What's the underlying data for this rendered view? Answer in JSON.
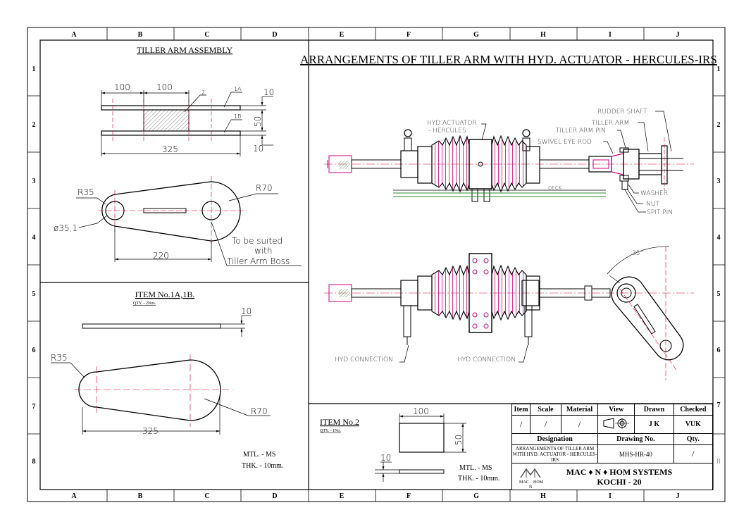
{
  "grid": {
    "columns": [
      "A",
      "B",
      "C",
      "D",
      "E",
      "F",
      "G",
      "H",
      "I",
      "J"
    ],
    "rows": [
      "1",
      "2",
      "3",
      "4",
      "5",
      "6",
      "7",
      "8"
    ]
  },
  "tiller_assembly": {
    "title": "TILLER ARM ASSEMBLY",
    "dims": {
      "spacing_left": "100",
      "spacing_right": "100",
      "length": "325",
      "plate_thk_top": "10",
      "plate_thk_bottom": "10",
      "height": "50",
      "r_small": "R35",
      "r_large": "R70",
      "bore": "ø35,1",
      "centers": "220"
    },
    "leaders": {
      "part_2": "2",
      "part_1a": "1A",
      "part_1b": "1B"
    },
    "note_lines": [
      "To be suited",
      "with",
      "Tiller Arm Boss"
    ]
  },
  "item_1": {
    "title": "ITEM No.1A,1B.",
    "qty": "QTY. - 2Nos.",
    "dims": {
      "thk": "10",
      "r_small": "R35",
      "r_large": "R70",
      "length": "325"
    },
    "mtl": "MTL. - MS",
    "thk_note": "THK. - 10mm."
  },
  "item_2": {
    "title": "ITEM No.2",
    "qty": "QTY. - 1No.",
    "dims": {
      "width": "100",
      "height": "50",
      "thk": "10"
    },
    "mtl": "MTL. - MS",
    "thk_note": "THK. - 10mm."
  },
  "main_view": {
    "title": "ARRANGEMENTS OF TILLER ARM WITH HYD. ACTUATOR - HERCULES-IRS",
    "labels": {
      "actuator_1": "HYD.ACTUATOR",
      "actuator_2": "- HERCULES",
      "rudder_shaft": "RUDDER SHAFT",
      "tiller_arm": "TILLER ARM",
      "tiller_arm_pin": "TILLER ARM PIN",
      "swivel_eye_rod": "SWIVEL EYE ROD",
      "deck": "DECK",
      "washer": "WASHER",
      "nut": "NUT",
      "spit_pin": "SPIT PIN",
      "hyd_conn_left": "HYD.CONNECTION",
      "hyd_conn_right": "HYD.CONNECTION",
      "angle": "35°"
    }
  },
  "title_block": {
    "headers": [
      "Item",
      "Scale",
      "Material",
      "View",
      "Drawn",
      "Checked"
    ],
    "values": [
      "/",
      "/",
      "/",
      "",
      "J K",
      "VUK"
    ],
    "designation_label": "Designation",
    "drawing_no_label": "Drawing No.",
    "qty_label": "Qty.",
    "designation_lines": [
      "ARRANGEMENTS OF TILLER ARM",
      "WITH HYD. ACTUATOR - HERCULES-IRS"
    ],
    "drawing_no": "MHS-HR-40",
    "qty": "/",
    "company_line1": "MAC ♦ N ♦ HOM SYSTEMS",
    "company_line2": "KOCHI - 20",
    "logo_text_left": "MAC",
    "logo_text_right": "HOM",
    "logo_text_bottom": "N"
  },
  "colors": {
    "ink": "#000000",
    "centerline": "#e0002a",
    "magenta": "#c8007a",
    "green": "#2a8a2a",
    "hatch": "#7a7a7a"
  }
}
